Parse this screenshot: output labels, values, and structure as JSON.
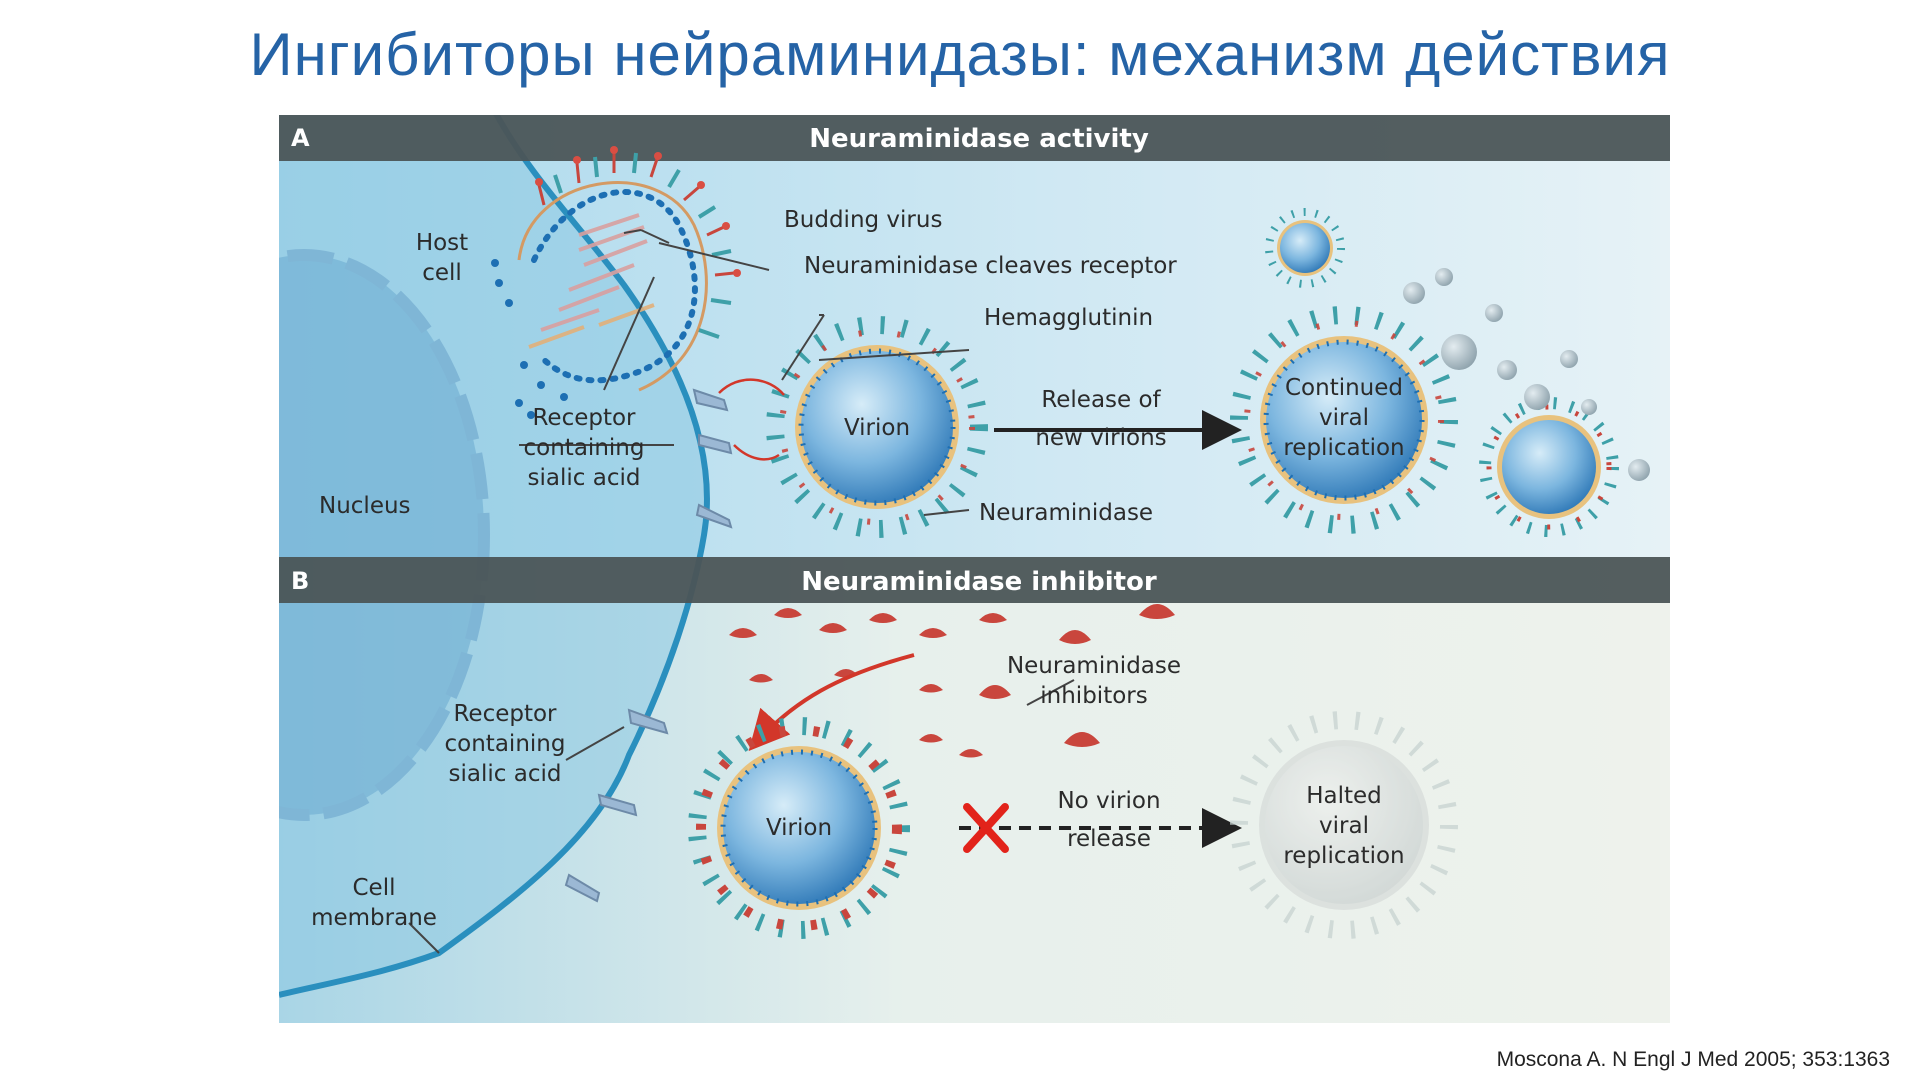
{
  "slide": {
    "title": "Ингибиторы нейраминидазы: механизм действия",
    "citation": "Moscona A. N Engl J Med 2005; 353:1363"
  },
  "colors": {
    "title": "#2563a6",
    "header_bar": "#4b5557",
    "membrane": "#2a8fbe",
    "neuraminidase": "#c9463d",
    "virion_core": "#3f8fcb",
    "arrow_red": "#d2372a",
    "cross": "#e2231a"
  },
  "panel_a": {
    "letter": "A",
    "header": "Neuraminidase activity",
    "labels": {
      "host_cell_1": "Host",
      "host_cell_2": "cell",
      "nucleus": "Nucleus",
      "budding_virus": "Budding virus",
      "cleaves": "Neuraminidase cleaves receptor",
      "hemagglutinin": "Hemagglutinin",
      "receptor_1": "Receptor",
      "receptor_2": "containing",
      "receptor_3": "sialic acid",
      "virion": "Virion",
      "release_1": "Release of",
      "release_2": "new virions",
      "neuraminidase": "Neuraminidase",
      "continued_1": "Continued",
      "continued_2": "viral",
      "continued_3": "replication"
    }
  },
  "panel_b": {
    "letter": "B",
    "header": "Neuraminidase inhibitor",
    "labels": {
      "inhibitors_1": "Neuraminidase",
      "inhibitors_2": "inhibitors",
      "receptor_1": "Receptor",
      "receptor_2": "containing",
      "receptor_3": "sialic acid",
      "virion": "Virion",
      "no_release_1": "No virion",
      "no_release_2": "release",
      "halted_1": "Halted",
      "halted_2": "viral",
      "halted_3": "replication",
      "membrane_1": "Cell",
      "membrane_2": "membrane"
    }
  }
}
